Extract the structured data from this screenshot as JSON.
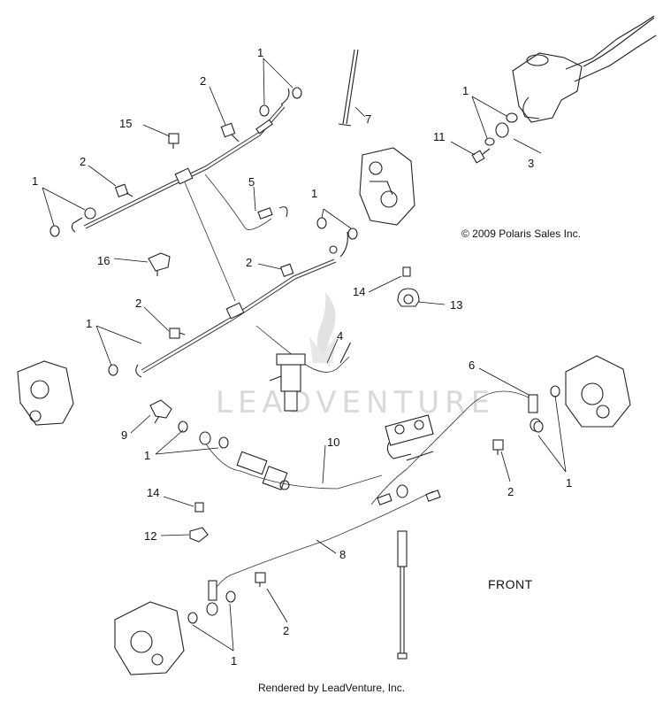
{
  "copyright": "© 2009 Polaris Sales Inc.",
  "front_label": "FRONT",
  "footer": "Rendered by LeadVenture, Inc.",
  "watermark": "LEADVENTURE",
  "callouts": {
    "c1_top": "1",
    "c2_top": "2",
    "c15": "15",
    "c7": "7",
    "c1_mc": "1",
    "c11": "11",
    "c3": "3",
    "c2_left": "2",
    "c1_left": "1",
    "c5": "5",
    "c1_mid": "1",
    "c16": "16",
    "c2_mid": "2",
    "c14_top": "14",
    "c13": "13",
    "c2_low": "2",
    "c1_low": "1",
    "c4": "4",
    "c6": "6",
    "c9": "9",
    "c10": "10",
    "c1_rear": "1",
    "c2_right": "2",
    "c1_right": "1",
    "c14_bot": "14",
    "c12": "12",
    "c8": "8",
    "c2_bot": "2",
    "c1_bot": "1"
  }
}
